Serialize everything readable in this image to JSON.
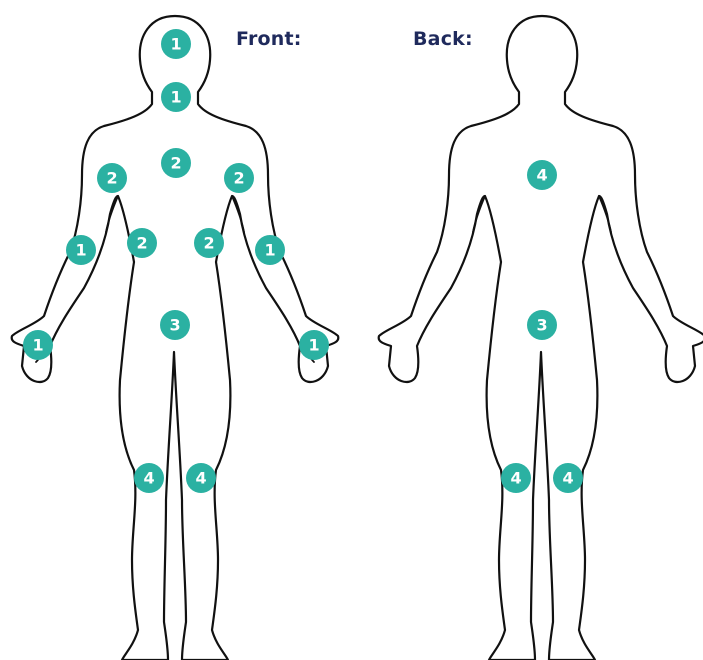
{
  "labels": {
    "front": "Front:",
    "back": "Back:"
  },
  "markers": {
    "front": [
      {
        "id": "front-head",
        "label": "1"
      },
      {
        "id": "front-neck",
        "label": "1"
      },
      {
        "id": "front-chest",
        "label": "2"
      },
      {
        "id": "front-left-shoulder",
        "label": "2"
      },
      {
        "id": "front-right-shoulder",
        "label": "2"
      },
      {
        "id": "front-left-upper-arm",
        "label": "1"
      },
      {
        "id": "front-right-upper-arm",
        "label": "1"
      },
      {
        "id": "front-left-axilla",
        "label": "2"
      },
      {
        "id": "front-right-axilla",
        "label": "2"
      },
      {
        "id": "front-abdomen",
        "label": "3"
      },
      {
        "id": "front-left-hand",
        "label": "1"
      },
      {
        "id": "front-right-hand",
        "label": "1"
      },
      {
        "id": "front-left-knee",
        "label": "4"
      },
      {
        "id": "front-right-knee",
        "label": "4"
      }
    ],
    "back": [
      {
        "id": "back-upper-back",
        "label": "4"
      },
      {
        "id": "back-lower-back",
        "label": "3"
      },
      {
        "id": "back-left-knee",
        "label": "4"
      },
      {
        "id": "back-right-knee",
        "label": "4"
      }
    ]
  },
  "colors": {
    "marker": "#2bb1a2",
    "label_text": "#1f2a5c",
    "outline": "#111111"
  }
}
